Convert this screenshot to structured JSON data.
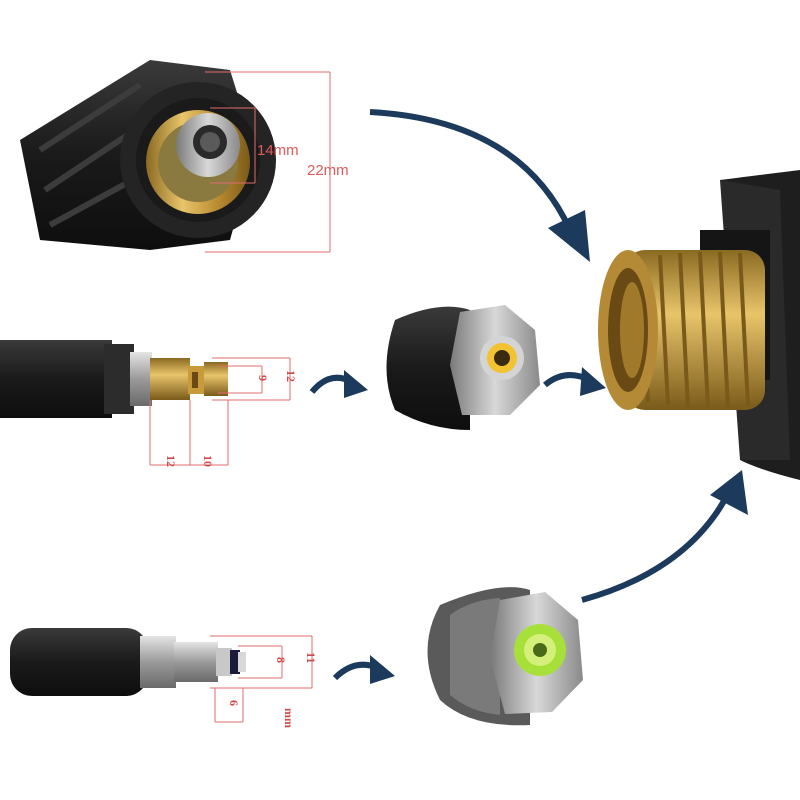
{
  "colors": {
    "arrow": "#1b3a5c",
    "dimension_line": "#e26b6b",
    "brass": "#c9a24a",
    "rubber": "#1e1e1e",
    "steel": "#b8b8b8",
    "green_ring": "#a8e03a",
    "yellow_ring": "#f2c230"
  },
  "labels": {
    "m22_inner": "14mm",
    "m22_outer": "22mm",
    "plug1_a": "12",
    "plug1_b": "9",
    "plug1_c": "12",
    "plug1_d": "10",
    "plug2_a": "11",
    "plug2_b": "8",
    "plug2_c": "6",
    "plug2_unit": "mm"
  },
  "icons": [
    "curved-arrow-icon"
  ]
}
